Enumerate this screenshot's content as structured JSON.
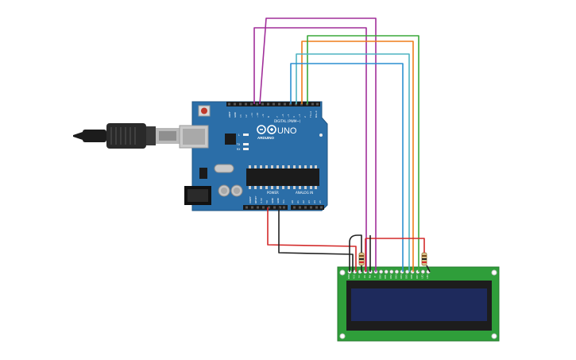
{
  "board": {
    "brand": "ARDUINO",
    "model": "UNO",
    "digital_label": "DIGITAL (PWM~)",
    "power_label": "POWER",
    "analog_label": "ANALOG IN",
    "aref": "AREF",
    "gnd": "GND",
    "pin_13": "13",
    "pin_12": "12",
    "pin_11": "~11",
    "pin_10": "~10",
    "pin_9": "~9",
    "pin_8": "8",
    "pin_7": "7",
    "pin_6": "~6",
    "pin_5": "~5",
    "pin_4": "4",
    "pin_3": "~3",
    "pin_2": "2",
    "tx_pin": "TX→1",
    "rx_pin": "RX←0",
    "led_l": "L",
    "led_tx": "TX",
    "led_rx": "RX",
    "ioref": "IOREF",
    "reset": "RESET",
    "v33": "3.3V",
    "v5": "5V",
    "gnd1": "GND",
    "gnd2": "GND",
    "vin": "Vin",
    "a0": "A0",
    "a1": "A1",
    "a2": "A2",
    "a3": "A3",
    "a4": "A4",
    "a5": "A5"
  },
  "lcd": {
    "pin_labels": [
      "GND",
      "VCC",
      "V0",
      "RS",
      "RW",
      "E",
      "DB0",
      "DB1",
      "DB2",
      "DB3",
      "DB4",
      "DB5",
      "DB6",
      "DB7",
      "LED",
      "LED"
    ]
  },
  "colors": {
    "board": "#2b6ea8",
    "lcd_pcb": "#2f9e3a",
    "lcd_screen": "#1e2a5c",
    "wire_purple": "#a12f9a",
    "wire_orange": "#ef7d1a",
    "wire_green": "#3aa93a",
    "wire_teal": "#4fb3c2",
    "wire_blue": "#2b8fd1",
    "wire_red": "#d32a2a",
    "wire_black": "#222222"
  }
}
